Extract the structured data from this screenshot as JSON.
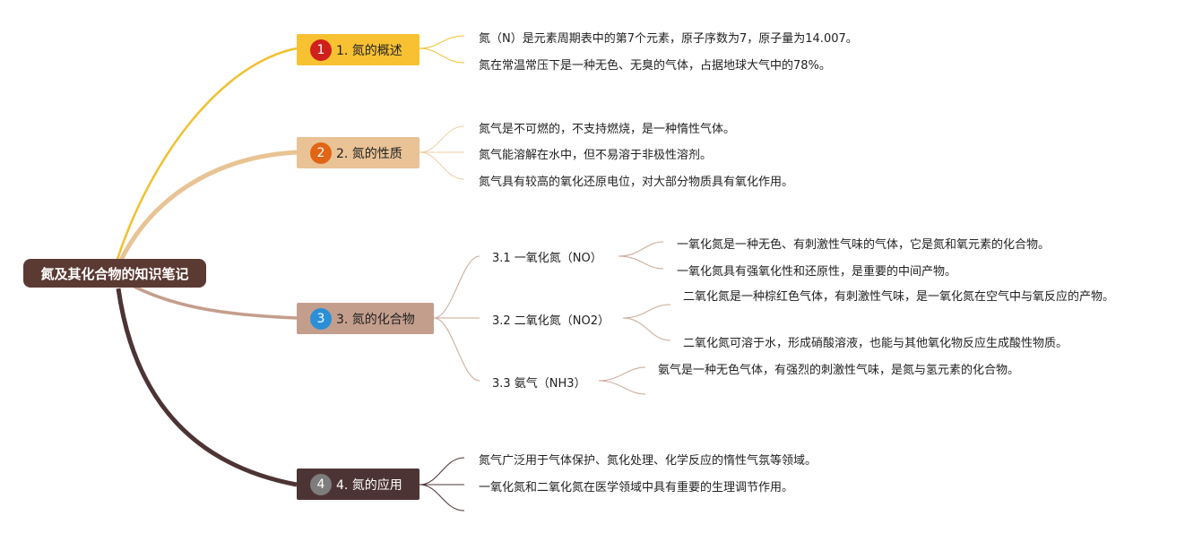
{
  "root": {
    "label": "氮及其化合物的知识笔记"
  },
  "branches": [
    {
      "num": "1",
      "label": "1. 氮的概述",
      "leaves": [
        "氮（N）是元素周期表中的第7个元素，原子序数为7，原子量为14.007。",
        "氮在常温常压下是一种无色、无臭的气体，占据地球大气中的78%。"
      ]
    },
    {
      "num": "2",
      "label": "2. 氮的性质",
      "leaves": [
        "氮气是不可燃的，不支持燃烧，是一种惰性气体。",
        "氮气能溶解在水中，但不易溶于非极性溶剂。",
        "氮气具有较高的氧化还原电位，对大部分物质具有氧化作用。"
      ]
    },
    {
      "num": "3",
      "label": "3. 氮的化合物",
      "subs": [
        {
          "label": "3.1 一氧化氮（NO）",
          "leaves": [
            "一氧化氮是一种无色、有刺激性气味的气体，它是氮和氧元素的化合物。",
            "一氧化氮具有强氧化性和还原性，是重要的中间产物。"
          ]
        },
        {
          "label": "3.2 二氧化氮（NO2）",
          "leaves": [
            "二氧化氮是一种棕红色气体，有刺激性气味，是一氧化氮在空气中与氧反应的产物。",
            "二氧化氮可溶于水，形成硝酸溶液，也能与其他氧化物反应生成酸性物质。"
          ]
        },
        {
          "label": "3.3 氨气（NH3）",
          "leaves": [
            "氨气是一种无色气体，有强烈的刺激性气味，是氮与氢元素的化合物。"
          ]
        }
      ]
    },
    {
      "num": "4",
      "label": "4. 氮的应用",
      "leaves": [
        "氮气广泛用于气体保护、氮化处理、化学反应的惰性气氛等领域。",
        "一氧化氮和二氧化氮在医学领域中具有重要的生理调节作用。"
      ]
    }
  ],
  "colors": {
    "b1": "#f8c132",
    "b2": "#e9c296",
    "b3": "#c49e8d",
    "b4": "#4d3434",
    "root": "#5b3a33"
  }
}
